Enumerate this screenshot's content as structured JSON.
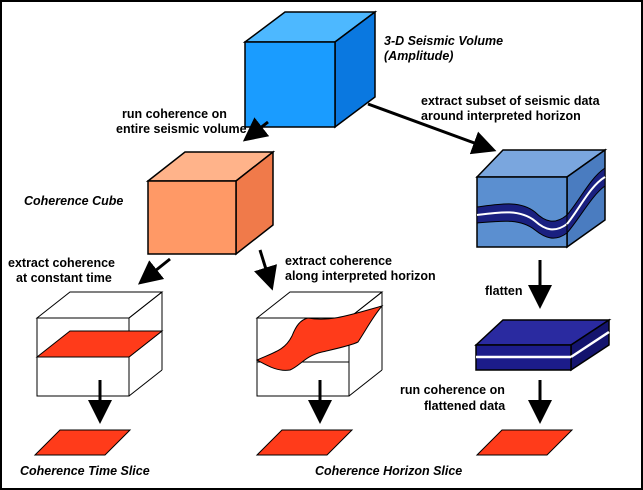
{
  "labels": {
    "seismic_volume_line1": "3-D Seismic Volume",
    "seismic_volume_line2": "(Amplitude)",
    "run_coherence_line1": "run coherence on",
    "run_coherence_line2": "entire seismic volume",
    "extract_subset_line1": "extract subset of seismic data",
    "extract_subset_line2": "around interpreted horizon",
    "coherence_cube": "Coherence Cube",
    "extract_const_time_line1": "extract coherence",
    "extract_const_time_line2": "at constant time",
    "extract_horizon_line1": "extract coherence",
    "extract_horizon_line2": "along interpreted horizon",
    "flatten": "flatten",
    "run_flat_line1": "run coherence on",
    "run_flat_line2": "flattened data",
    "time_slice": "Coherence Time Slice",
    "horizon_slice": "Coherence Horizon Slice"
  },
  "colors": {
    "border": "#000000",
    "seismic_cube": "#1a9cff",
    "coherence_cube": "#ff9966",
    "slice_red": "#ff3b1a",
    "subset_blue": "#5b8fd0",
    "horizon_navy": "#1a2080",
    "flat_navy": "#1c1c8a"
  }
}
